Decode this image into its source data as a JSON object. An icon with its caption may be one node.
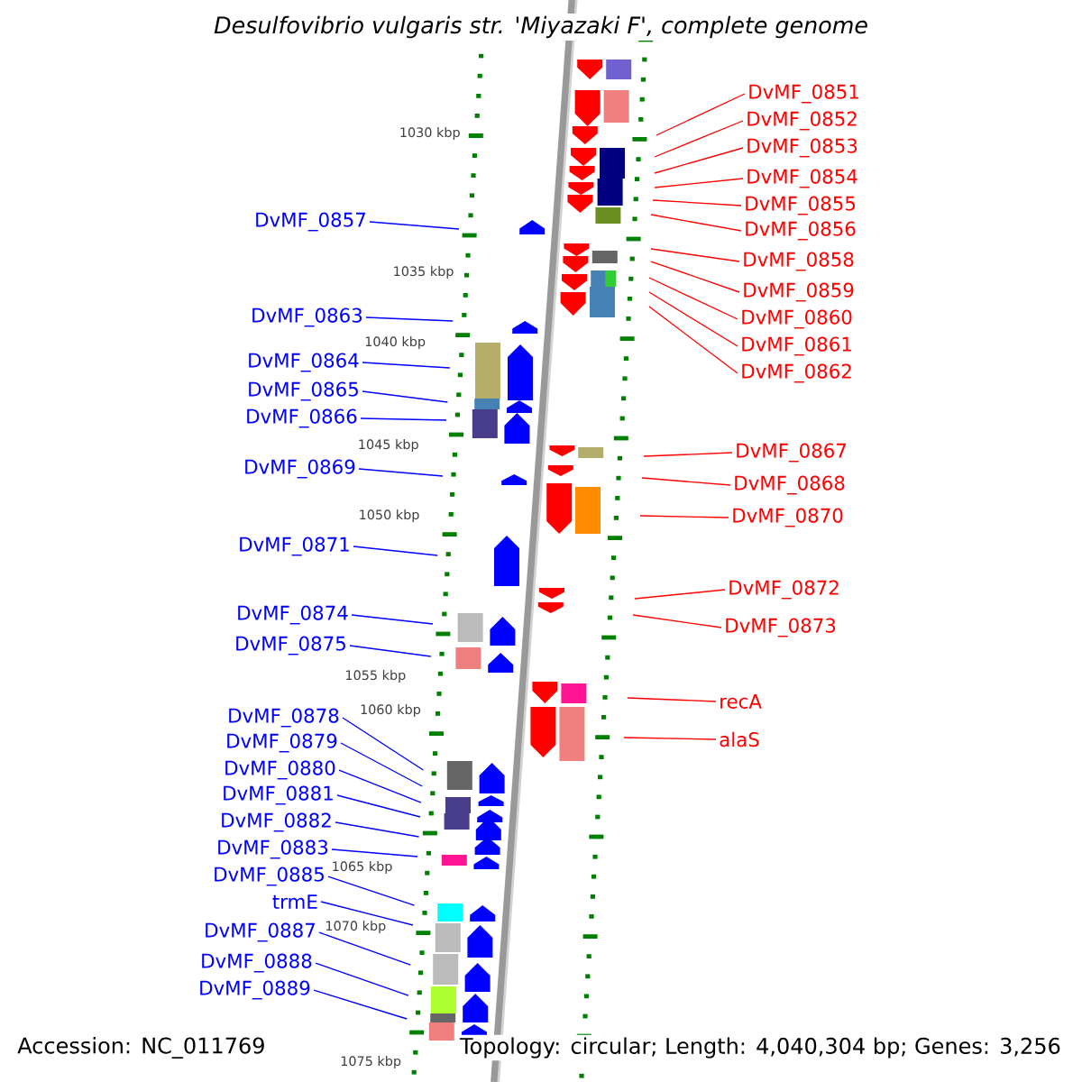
{
  "diagram": {
    "title": "Desulfovibrio vulgaris str. 'Miyazaki F', complete genome",
    "nodes": [
      {
        "text": [
          "DvMF_0851"
        ]
      },
      {
        "text": [
          "DvMF_0852"
        ]
      },
      {
        "text": [
          "DvMF_0853"
        ]
      },
      {
        "text": [
          "DvMF_0854"
        ]
      },
      {
        "text": [
          "DvMF_0855"
        ]
      },
      {
        "text": [
          "DvMF_0856"
        ]
      },
      {
        "text": [
          "DvMF_0858"
        ]
      },
      {
        "text": [
          "DvMF_0859"
        ]
      },
      {
        "text": [
          "DvMF_0860"
        ]
      },
      {
        "text": [
          "DvMF_0861"
        ]
      },
      {
        "text": [
          "DvMF_0862"
        ]
      },
      {
        "text": [
          "DvMF_0867"
        ]
      },
      {
        "text": [
          "DvMF_0868"
        ]
      },
      {
        "text": [
          "DvMF_0870"
        ]
      },
      {
        "text": [
          "DvMF_0872"
        ]
      },
      {
        "text": [
          "DvMF_0873"
        ]
      },
      {
        "text": [
          "recA"
        ]
      },
      {
        "text": [
          "alaS"
        ]
      },
      {
        "text": [
          "DvMF_0857"
        ]
      },
      {
        "text": [
          "DvMF_0863"
        ]
      },
      {
        "text": [
          "DvMF_0864"
        ]
      },
      {
        "text": [
          "DvMF_0865"
        ]
      },
      {
        "text": [
          "DvMF_0866"
        ]
      },
      {
        "text": [
          "DvMF_0869"
        ]
      },
      {
        "text": [
          "DvMF_0871"
        ]
      },
      {
        "text": [
          "DvMF_0874"
        ]
      },
      {
        "text": [
          "DvMF_0875"
        ]
      },
      {
        "text": [
          "DvMF_0878"
        ]
      },
      {
        "text": [
          "DvMF_0879"
        ]
      },
      {
        "text": [
          "DvMF_0880"
        ]
      },
      {
        "text": [
          "DvMF_0881"
        ]
      },
      {
        "text": [
          "DvMF_0882"
        ]
      },
      {
        "text": [
          "DvMF_0883"
        ]
      },
      {
        "text": [
          "DvMF_0885"
        ]
      },
      {
        "text": [
          "trmE"
        ]
      },
      {
        "text": [
          "DvMF_0887"
        ]
      },
      {
        "text": [
          "DvMF_0888"
        ]
      },
      {
        "text": [
          "DvMF_0889"
        ]
      }
    ],
    "edges": [
      {
        "from": 0,
        "to": null,
        "arrow": "none",
        "color": "#ff0000"
      },
      {
        "from": 1,
        "to": null,
        "arrow": "none",
        "color": "#ff0000"
      },
      {
        "from": 2,
        "to": null,
        "arrow": "none",
        "color": "#ff0000"
      },
      {
        "from": 3,
        "to": null,
        "arrow": "none",
        "color": "#ff0000"
      },
      {
        "from": 4,
        "to": null,
        "arrow": "none",
        "color": "#ff0000"
      },
      {
        "from": 5,
        "to": null,
        "arrow": "none",
        "color": "#ff0000"
      },
      {
        "from": 6,
        "to": null,
        "arrow": "none",
        "color": "#ff0000"
      },
      {
        "from": 7,
        "to": null,
        "arrow": "none",
        "color": "#ff0000"
      },
      {
        "from": 8,
        "to": null,
        "arrow": "none",
        "color": "#ff0000"
      },
      {
        "from": 9,
        "to": null,
        "arrow": "none",
        "color": "#ff0000"
      },
      {
        "from": 10,
        "to": null,
        "arrow": "none",
        "color": "#ff0000"
      },
      {
        "from": 11,
        "to": null,
        "arrow": "none",
        "color": "#ff0000"
      },
      {
        "from": 12,
        "to": null,
        "arrow": "none",
        "color": "#ff0000"
      },
      {
        "from": 13,
        "to": null,
        "arrow": "none",
        "color": "#ff0000"
      },
      {
        "from": 14,
        "to": null,
        "arrow": "none",
        "color": "#ff0000"
      },
      {
        "from": 15,
        "to": null,
        "arrow": "none",
        "color": "#ff0000"
      },
      {
        "from": 16,
        "to": null,
        "arrow": "none",
        "color": "#ff0000"
      },
      {
        "from": 17,
        "to": null,
        "arrow": "none",
        "color": "#ff0000"
      },
      {
        "from": 18,
        "to": null,
        "arrow": "none"
      },
      {
        "from": 19,
        "to": null,
        "arrow": "none"
      },
      {
        "from": 20,
        "to": null,
        "arrow": "none"
      },
      {
        "from": 21,
        "to": null,
        "arrow": "none"
      },
      {
        "from": 22,
        "to": null,
        "arrow": "none"
      },
      {
        "from": 23,
        "to": null,
        "arrow": "none"
      },
      {
        "from": 24,
        "to": null,
        "arrow": "none"
      },
      {
        "from": 25,
        "to": null,
        "arrow": "none"
      },
      {
        "from": 26,
        "to": null,
        "arrow": "none"
      },
      {
        "from": 27,
        "to": null,
        "arrow": "none"
      },
      {
        "from": 28,
        "to": null,
        "arrow": "none"
      },
      {
        "from": 29,
        "to": null,
        "arrow": "none"
      },
      {
        "from": 30,
        "to": null,
        "arrow": "none"
      },
      {
        "from": 31,
        "to": null,
        "arrow": "none"
      },
      {
        "from": 32,
        "to": null,
        "arrow": "none"
      },
      {
        "from": 33,
        "to": null,
        "arrow": "none"
      },
      {
        "from": 34,
        "to": null,
        "arrow": "none"
      },
      {
        "from": 35,
        "to": null,
        "arrow": "none"
      },
      {
        "from": 36,
        "to": null,
        "arrow": "none"
      },
      {
        "from": 37,
        "to": null,
        "arrow": "none"
      }
    ],
    "labels": [
      "1030 kbp",
      "1035 kbp",
      "1040 kbp",
      "1045 kbp",
      "1050 kbp",
      "1055 kbp",
      "1060 kbp",
      "1065 kbp",
      "1070 kbp",
      "1075 kbp",
      "Accession: NC_011769",
      "Topology: circular; Length: 4,040,304 bp; Genes: 3,256"
    ]
  }
}
